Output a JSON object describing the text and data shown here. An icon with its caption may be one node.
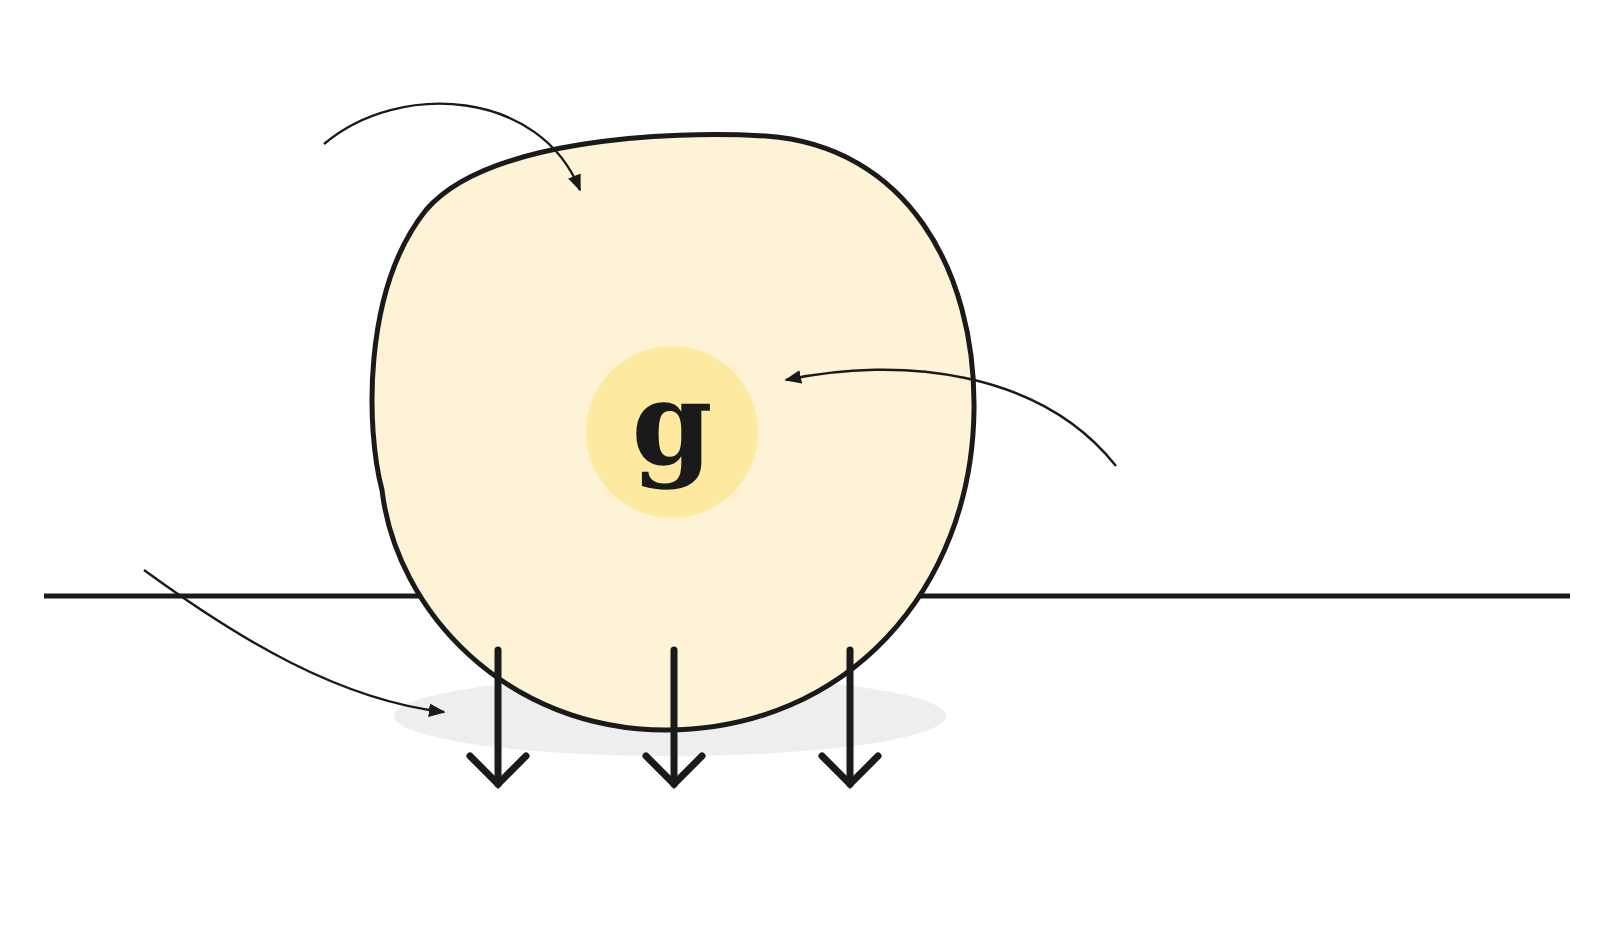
{
  "diagram": {
    "nodes": [
      {
        "text": [],
        "shape": "circle"
      },
      {
        "text": [
          "g"
        ],
        "in": 0
      },
      {
        "text": [],
        "shape": "ellipse"
      }
    ],
    "edges": [
      {
        "from": null,
        "to": 0,
        "arrow": "to"
      },
      {
        "from": null,
        "to": 1,
        "arrow": "to"
      },
      {
        "from": null,
        "to": 2,
        "arrow": "to"
      }
    ]
  }
}
